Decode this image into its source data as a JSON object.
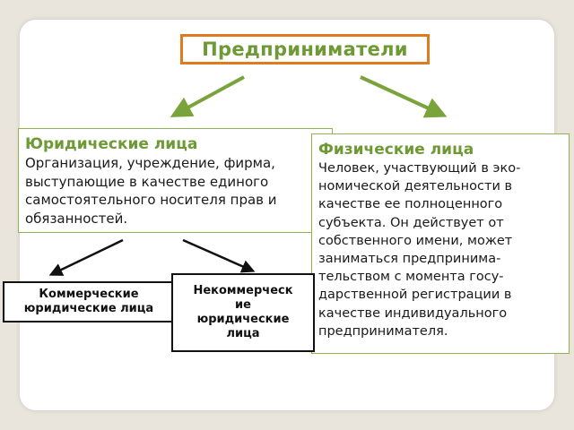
{
  "title": "Предприниматели",
  "legal_entities": {
    "heading": "Юридические лица",
    "body_lines": [
      "Организация, учреждение, фирма,",
      "выступающие в качестве единого",
      "самостоятельного носителя прав и",
      "обязанностей."
    ]
  },
  "natural_persons": {
    "heading": "Физические лица",
    "body_lines": [
      "Человек, участвующий в эко-",
      "номической деятельности в",
      "качестве ее полноценного",
      "субъекта. Он действует от",
      "собственного имени, может",
      "заниматься предпринима-",
      "тельством с момента госу-",
      "дарственной регистрации в",
      "качестве индивидуального",
      "предпринимателя."
    ]
  },
  "commercial": {
    "lines": [
      "Коммерческие",
      "юридические лица"
    ]
  },
  "noncommercial": {
    "lines": [
      "Некоммерческ",
      "ие",
      "юридические",
      "лица"
    ]
  },
  "colors": {
    "accent_green": "#6e9a35",
    "arrow_green": "#7aa33c",
    "border_green": "#8fb24e",
    "title_border_orange": "#e07a1f",
    "arrow_black": "#111111"
  }
}
